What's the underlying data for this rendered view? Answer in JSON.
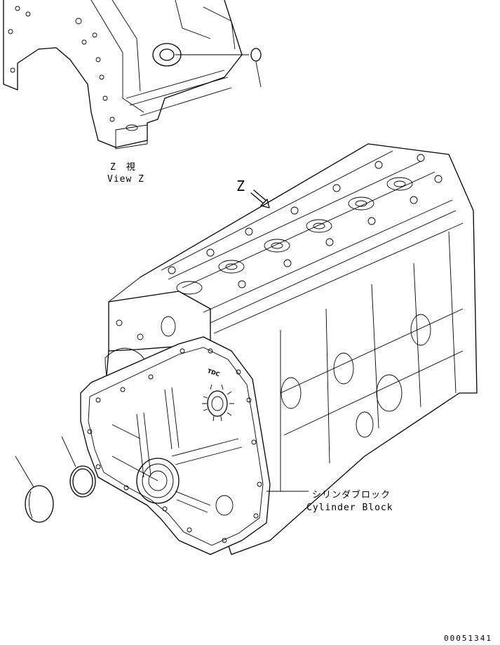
{
  "view_label_jp": "Z　視",
  "view_label_en": "View Z",
  "view_marker": "Z",
  "part_label_jp": "シリンダブロック",
  "part_label_en": "Cylinder Block",
  "cover_mark": "TDC",
  "drawing_number": "00051341"
}
